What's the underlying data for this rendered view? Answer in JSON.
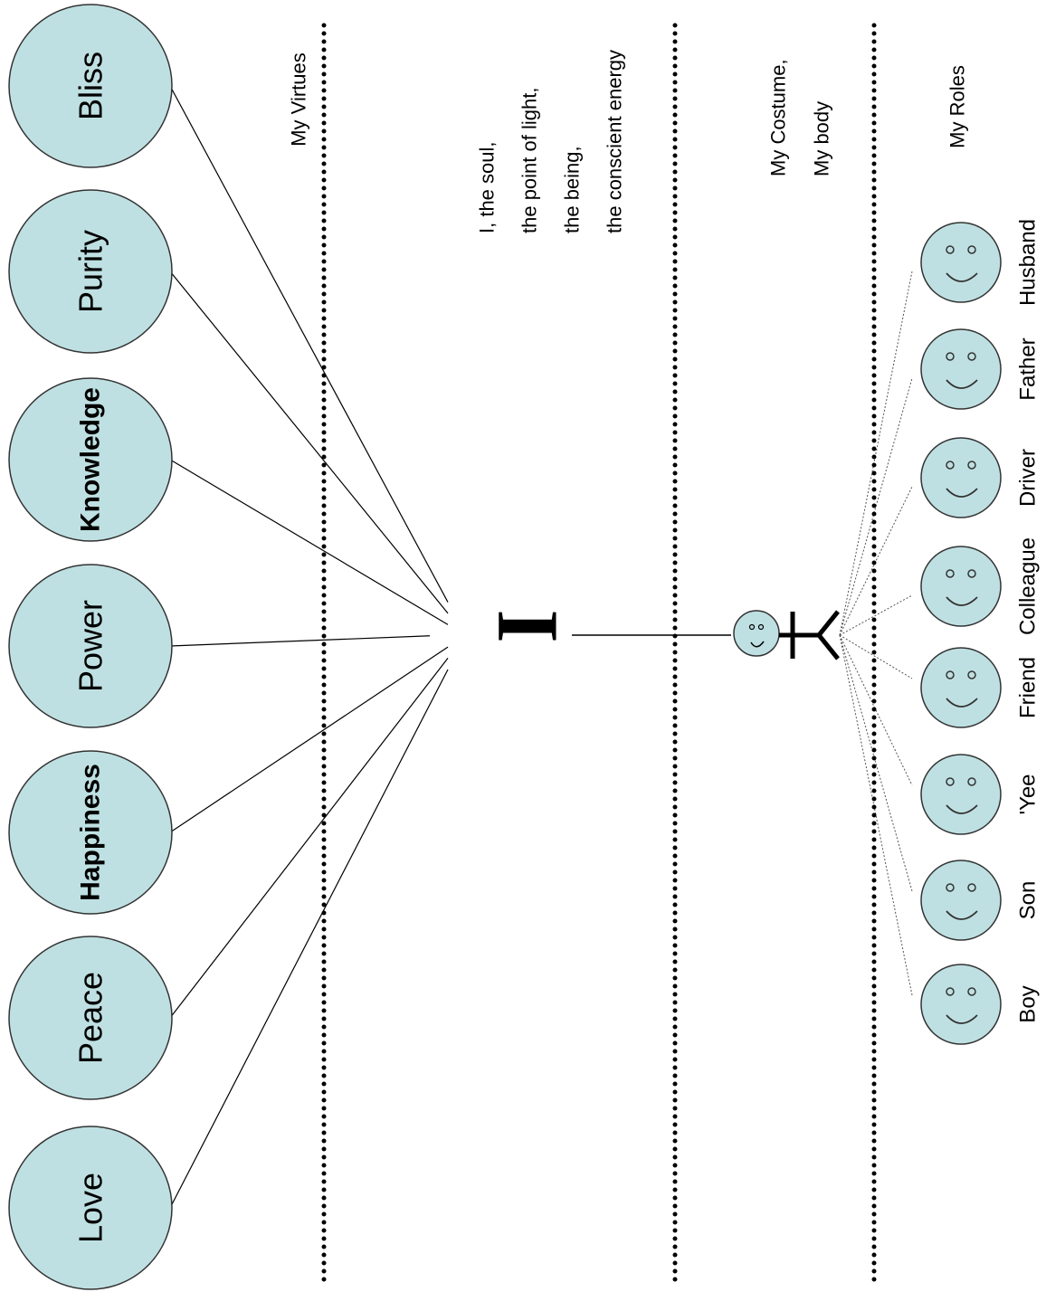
{
  "virtues": [
    {
      "label": "Bliss",
      "bold": false
    },
    {
      "label": "Purity",
      "bold": false
    },
    {
      "label": "Knowledge",
      "bold": true
    },
    {
      "label": "Power",
      "bold": false
    },
    {
      "label": "Happiness",
      "bold": true
    },
    {
      "label": "Peace",
      "bold": false
    },
    {
      "label": "Love",
      "bold": false
    }
  ],
  "virtues_label": "My Virtues",
  "soul": {
    "symbol": "I",
    "lines": [
      "I, the soul,",
      "the point of light,",
      "the being,",
      "the conscient energy"
    ]
  },
  "costume": {
    "lines": [
      "My Costume,",
      "My body"
    ]
  },
  "roles_label": "My Roles",
  "roles": [
    "Husband",
    "Father",
    "Driver",
    "Colleague",
    "Friend",
    "'Yee",
    "Son",
    "Boy"
  ],
  "colors": {
    "circle_fill": "#bfe0e2",
    "circle_stroke": "#333333",
    "line": "#000000"
  }
}
